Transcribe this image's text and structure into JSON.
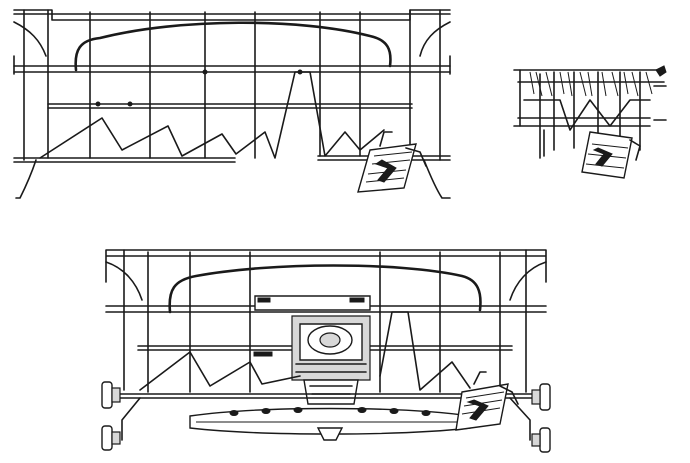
{
  "figure": {
    "panels": [
      {
        "id": "rack-front-view"
      },
      {
        "id": "rack-perspective-detail"
      },
      {
        "id": "rack-with-spray-arm"
      }
    ],
    "colors": {
      "line": "#1a1a1a",
      "background": "#ffffff",
      "shade": "#d8d8d8"
    }
  }
}
